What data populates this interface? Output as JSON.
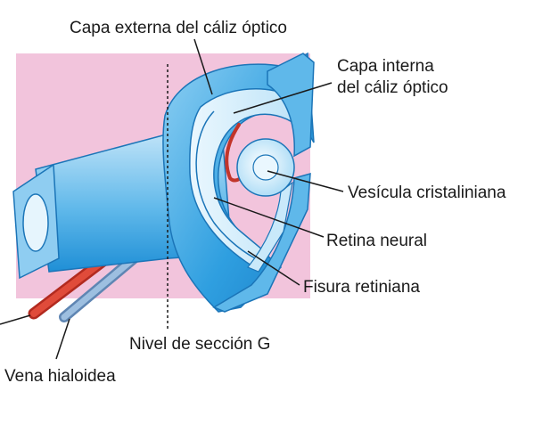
{
  "labels": {
    "capa_externa": "Capa externa del cáliz óptico",
    "capa_interna_line1": "Capa interna",
    "capa_interna_line2": "del cáliz óptico",
    "vesicula": "Vesícula cristaliniana",
    "retina": "Retina neural",
    "fisura": "Fisura retiniana",
    "nivel": "Nivel de sección G",
    "vena": "Vena hialoidea"
  },
  "colors": {
    "background_panel": "#f2c4dc",
    "cup_dark": "#2f9fe0",
    "cup_light": "#d6eefb",
    "artery": "#d63a2b",
    "vein": "#7ea6cf",
    "leader": "#1a1a1a"
  }
}
